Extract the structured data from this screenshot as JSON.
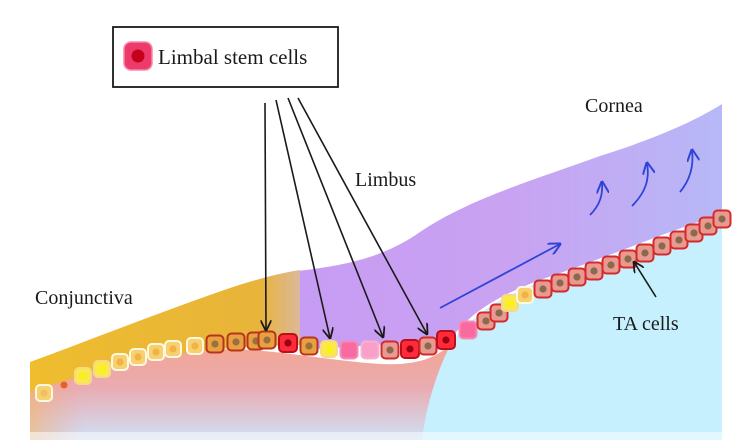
{
  "legend": {
    "label": "Limbal stem cells",
    "swatch_fill": "#ee3a6a",
    "swatch_nucleus": "#c4001a"
  },
  "regions": {
    "conjunctiva": "Conjunctiva",
    "limbus": "Limbus",
    "cornea": "Cornea"
  },
  "annotations": {
    "ta_cells": "TA cells"
  },
  "colors": {
    "conjunctiva": "#e9b52c",
    "limbus": "#c9a0f2",
    "cornea": "#b9b8f7",
    "stroma": "#c6f0fd",
    "basal_pink": "#f2a6a8",
    "migration_arrow": "#2f45d8",
    "pointer_arrow": "#1a1a1a",
    "ta_cell_border": "#d42a2a",
    "ta_cell_fill": "#e8a49a",
    "ta_nucleus": "#8a6a4a"
  },
  "cells": [
    {
      "type": "conj-light",
      "nucleus": "#f0c060"
    },
    {
      "type": "dot"
    },
    {
      "type": "conj-yellow"
    },
    {
      "type": "conj-yellow"
    },
    {
      "type": "conj-light"
    },
    {
      "type": "conj-light"
    },
    {
      "type": "conj-light"
    },
    {
      "type": "conj-light"
    },
    {
      "type": "conj-light"
    },
    {
      "type": "conj-dark"
    },
    {
      "type": "conj-dark"
    },
    {
      "type": "conj-dark"
    },
    {
      "type": "conj-dark"
    },
    {
      "type": "stem"
    },
    {
      "type": "conj-dark"
    },
    {
      "type": "conj-yellow"
    },
    {
      "type": "pink"
    },
    {
      "type": "pink-light"
    },
    {
      "type": "ta"
    },
    {
      "type": "stem"
    },
    {
      "type": "ta"
    },
    {
      "type": "stem"
    },
    {
      "type": "pink"
    },
    {
      "type": "ta"
    },
    {
      "type": "ta"
    },
    {
      "type": "conj-yellow"
    },
    {
      "type": "conj-light"
    },
    {
      "type": "ta"
    },
    {
      "type": "ta"
    },
    {
      "type": "ta"
    },
    {
      "type": "ta"
    },
    {
      "type": "ta"
    },
    {
      "type": "ta"
    },
    {
      "type": "ta"
    },
    {
      "type": "ta"
    },
    {
      "type": "ta"
    },
    {
      "type": "ta"
    },
    {
      "type": "ta"
    },
    {
      "type": "ta"
    },
    {
      "type": "ta"
    },
    {
      "type": "ta"
    }
  ]
}
